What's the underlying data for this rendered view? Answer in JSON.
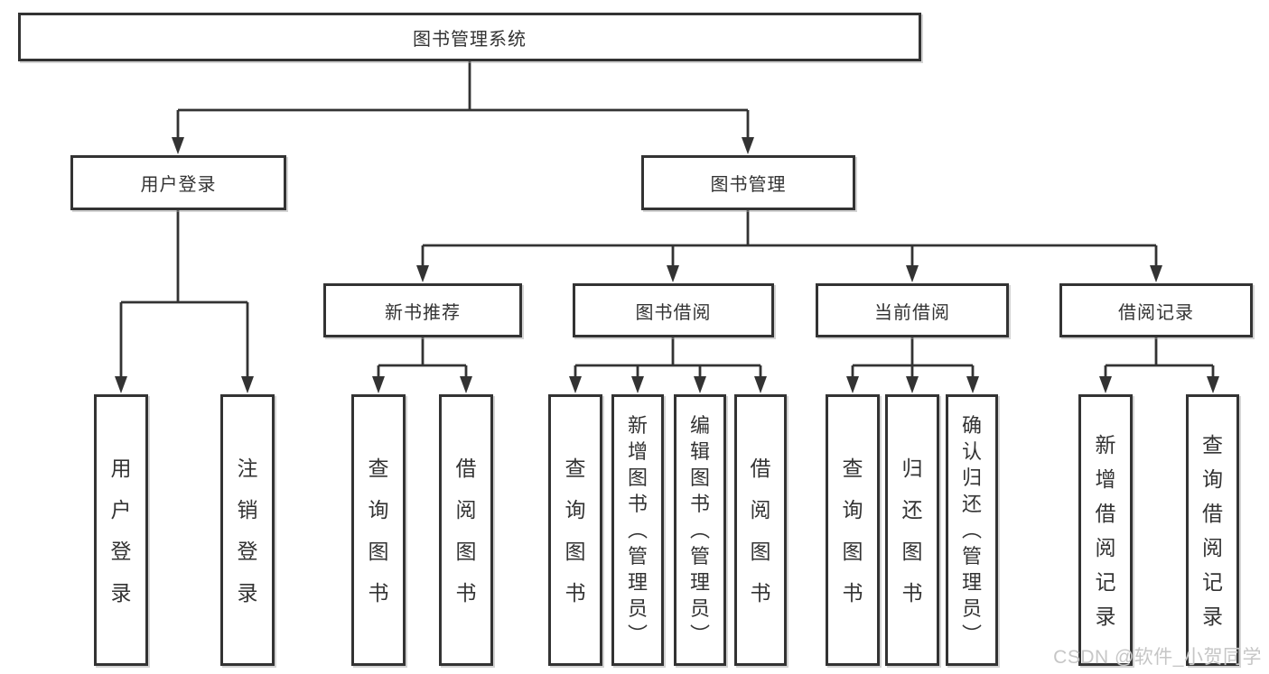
{
  "colors": {
    "line": "#333333",
    "box_border": "#333333",
    "text": "#333333",
    "background": "#ffffff",
    "watermark_text_color": "#c6c6c6"
  },
  "watermark": "CSDN @软件_小贺同学",
  "tree": {
    "root": {
      "label": "图书管理系统"
    },
    "children": [
      {
        "label": "用户登录",
        "children": [
          {
            "label": "用户登录"
          },
          {
            "label": "注销登录"
          }
        ]
      },
      {
        "label": "图书管理",
        "children": [
          {
            "label": "新书推荐",
            "children": [
              {
                "label": "查询图书"
              },
              {
                "label": "借阅图书"
              }
            ]
          },
          {
            "label": "图书借阅",
            "children": [
              {
                "label": "查询图书"
              },
              {
                "label": "新增图书（管理员）"
              },
              {
                "label": "编辑图书（管理员）"
              },
              {
                "label": "借阅图书"
              }
            ]
          },
          {
            "label": "当前借阅",
            "children": [
              {
                "label": "查询图书"
              },
              {
                "label": "归还图书"
              },
              {
                "label": "确认归还（管理员）"
              }
            ]
          },
          {
            "label": "借阅记录",
            "children": [
              {
                "label": "新增借阅记录"
              },
              {
                "label": "查询借阅记录"
              }
            ]
          }
        ]
      }
    ]
  }
}
